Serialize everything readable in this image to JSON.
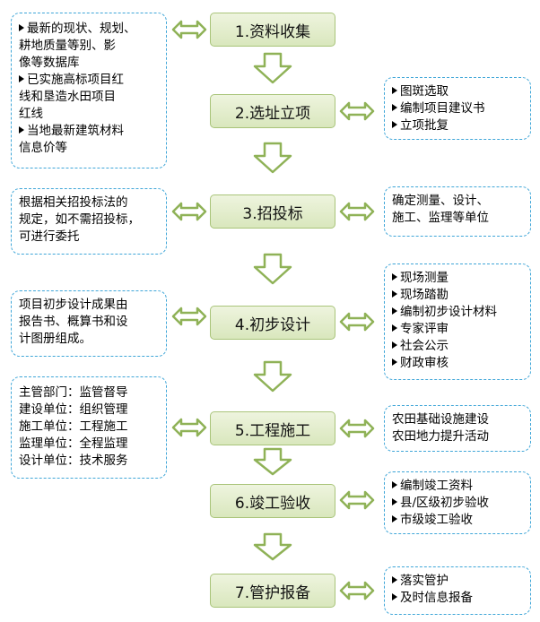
{
  "steps": [
    {
      "label": "1.资料收集"
    },
    {
      "label": "2.选址立项"
    },
    {
      "label": "3.招投标"
    },
    {
      "label": "4.初步设计"
    },
    {
      "label": "5.工程施工"
    },
    {
      "label": "6.竣工验收"
    },
    {
      "label": "7.管护报备"
    }
  ],
  "left_notes": {
    "n1": [
      "最新的现状、规划、",
      "耕地质量等别、影",
      "像等数据库",
      "已实施高标项目红",
      "线和垦造水田项目",
      "红线",
      "当地最新建筑材料",
      "信息价等"
    ],
    "n3": [
      "根据相关招投标法的",
      "规定，如不需招投标，",
      "可进行委托"
    ],
    "n4": [
      "项目初步设计成果由",
      "报告书、概算书和设",
      "计图册组成。"
    ],
    "n5": [
      "主管部门：监管督导",
      "建设单位：组织管理",
      "施工单位：工程施工",
      "监理单位：全程监理",
      "设计单位：技术服务"
    ]
  },
  "right_notes": {
    "n2": [
      "图斑选取",
      "编制项目建议书",
      "立项批复"
    ],
    "n3": [
      "确定测量、设计、",
      "施工、监理等单位"
    ],
    "n4": [
      "现场测量",
      "现场踏勘",
      "编制初步设计材料",
      "专家评审",
      "社会公示",
      "财政审核"
    ],
    "n5": [
      "农田基础设施建设",
      "农田地力提升活动"
    ],
    "n6": [
      "编制竣工资料",
      "县/区级初步验收",
      "市级竣工验收"
    ],
    "n7": [
      "落实管护",
      "及时信息报备"
    ]
  },
  "colors": {
    "arrow_fill": "#ffffff",
    "arrow_stroke": "#8fb257",
    "note_border": "#3fa6d8",
    "step_fill": "#e3edcb"
  }
}
